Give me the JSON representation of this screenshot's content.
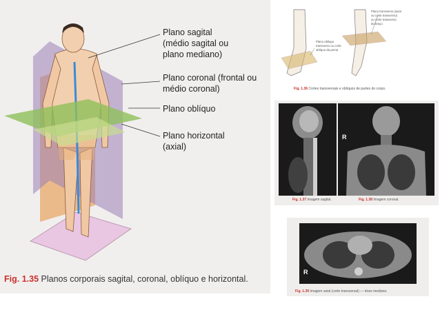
{
  "fig135": {
    "number": "Fig. 1.35",
    "caption": "Planos corporais sagital, coronal, oblíquo e horizontal.",
    "labels": {
      "sagittal_1": "Plano sagital",
      "sagittal_2": "(médio sagital ou",
      "sagittal_3": "plano mediano)",
      "coronal_1": "Plano coronal (frontal ou",
      "coronal_2": "médio coronal)",
      "oblique": "Plano oblíquo",
      "horizontal_1": "Plano horizontal",
      "horizontal_2": "(axial)"
    }
  },
  "fig136": {
    "number": "Fig. 1.36",
    "caption": "Cortes transversais e oblíquos de partes do corpo.",
    "labels": {
      "transverse_1": "Plano transverso (axial",
      "transverse_2": "ou corte transverso)",
      "transverse_3": "ou corte transverso",
      "transverse_4": "do braço",
      "oblique_1": "Plano oblíquo",
      "oblique_2": "transverso ou corte",
      "oblique_3": "oblíquo da perna"
    }
  },
  "fig137": {
    "number": "Fig. 1.37",
    "caption": "Imagem sagital."
  },
  "fig138": {
    "number": "Fig. 1.38",
    "caption": "Imagem coronal.",
    "marker": "R"
  },
  "fig139": {
    "number": "Fig. 1.39",
    "caption": "Imagem axial (corte transversal) — tórax mediano.",
    "marker": "R"
  }
}
